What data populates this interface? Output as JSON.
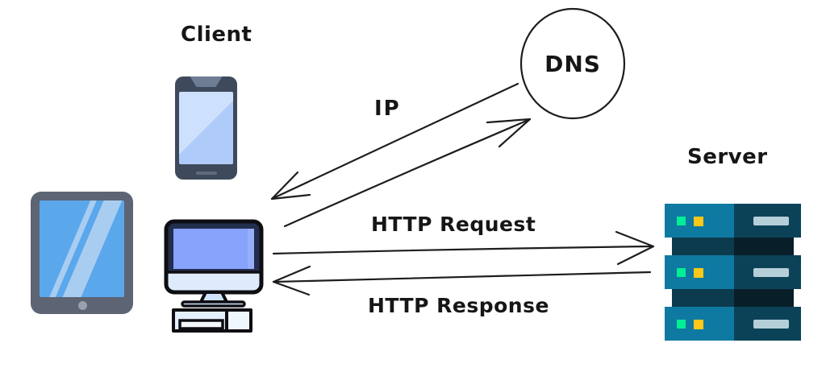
{
  "diagram": {
    "type": "network-flow",
    "nodes": [
      {
        "id": "client",
        "label": "Client"
      },
      {
        "id": "dns",
        "label": "DNS"
      },
      {
        "id": "server",
        "label": "Server"
      }
    ],
    "devices": [
      "smartphone",
      "tablet",
      "desktop-computer",
      "server-rack"
    ],
    "edges": [
      {
        "from": "client",
        "to": "dns",
        "label": "IP",
        "direction": "bidirectional"
      },
      {
        "from": "client",
        "to": "server",
        "label": "HTTP Request",
        "direction": "forward"
      },
      {
        "from": "server",
        "to": "client",
        "label": "HTTP Response",
        "direction": "backward"
      }
    ],
    "colors": {
      "line": "#1d1d1d",
      "phone_body": "#3e4a5c",
      "phone_notch": "#6e7c94",
      "phone_screen_light": "#cde0fc",
      "phone_screen": "#aecbf9",
      "phone_speaker": "#5d6c82",
      "tablet_frame": "#5d6474",
      "tablet_screen": "#5ba7ec",
      "tablet_glare": "#a9cdf1",
      "tablet_home_button": "#9aa1ac",
      "computer_outline": "#0e0e12",
      "computer_frame": "#232e4e",
      "computer_screen": "#88a3fb",
      "computer_body": "#ddebfc",
      "server_front": "#0f7aa1",
      "server_side": "#0c4258",
      "server_joint_front": "#0c3b4e",
      "server_joint_side": "#081f2a",
      "led_green": "#00ef95",
      "led_yellow": "#fdc818",
      "server_slot": "#b5cfd9"
    }
  }
}
